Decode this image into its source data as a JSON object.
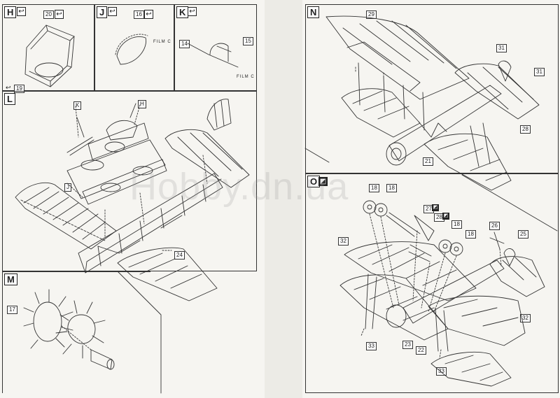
{
  "steps": {
    "H": {
      "letter": "H",
      "symbol_icon": "fold-arrow-icon",
      "callouts": [
        "20",
        "19"
      ]
    },
    "J": {
      "letter": "J",
      "symbol_icon": "fold-arrow-icon",
      "callouts": [
        "16"
      ],
      "film": "FILM C"
    },
    "K": {
      "letter": "K",
      "symbol_icon": "fold-arrow-icon",
      "callouts": [
        "14",
        "15"
      ],
      "film": "FILM C"
    },
    "L": {
      "letter": "L",
      "refs": [
        "K",
        "H",
        "J"
      ],
      "callouts": [
        "24"
      ]
    },
    "M": {
      "letter": "M",
      "callouts": [
        "17"
      ]
    },
    "N": {
      "letter": "N",
      "callouts": [
        "29",
        "31",
        "31",
        "28",
        "21"
      ]
    },
    "O": {
      "letter": "O",
      "symbol_icon": "etch-fret-icon",
      "callouts": [
        "18",
        "18",
        "27",
        "28",
        "18",
        "18",
        "26",
        "25",
        "32",
        "32",
        "23",
        "22",
        "33",
        "33"
      ]
    }
  },
  "watermark": "Hobby.dn.ua",
  "colors": {
    "ink": "#222222",
    "paper": "#f6f5f1"
  }
}
